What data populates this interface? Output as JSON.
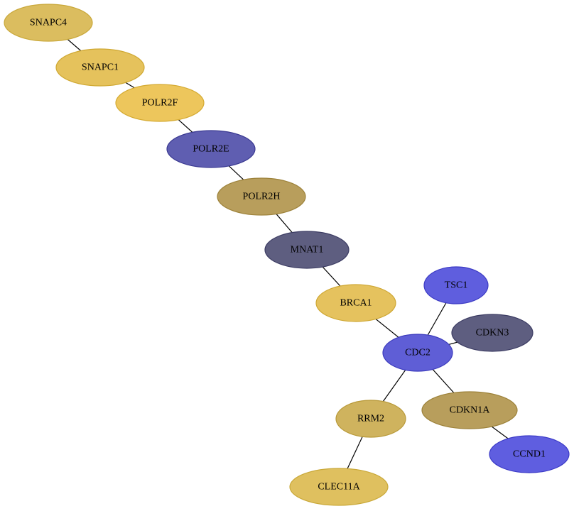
{
  "graph": {
    "nodes": [
      {
        "id": "SNAPC4",
        "label": "SNAPC4",
        "fill": "#dbbd5f",
        "stroke": "#c9a83a"
      },
      {
        "id": "SNAPC1",
        "label": "SNAPC1",
        "fill": "#e5c25c",
        "stroke": "#cfa832"
      },
      {
        "id": "POLR2F",
        "label": "POLR2F",
        "fill": "#edc65c",
        "stroke": "#d4aa32"
      },
      {
        "id": "POLR2E",
        "label": "POLR2E",
        "fill": "#5f5eb1",
        "stroke": "#3b3a92"
      },
      {
        "id": "POLR2H",
        "label": "POLR2H",
        "fill": "#b89e5c",
        "stroke": "#9d823a"
      },
      {
        "id": "MNAT1",
        "label": "MNAT1",
        "fill": "#5e5e80",
        "stroke": "#3c3c63"
      },
      {
        "id": "BRCA1",
        "label": "BRCA1",
        "fill": "#e5c25e",
        "stroke": "#cfa835"
      },
      {
        "id": "TSC1",
        "label": "TSC1",
        "fill": "#5f5ede",
        "stroke": "#3c3bc4"
      },
      {
        "id": "CDKN3",
        "label": "CDKN3",
        "fill": "#5e5e80",
        "stroke": "#3c3c63"
      },
      {
        "id": "CDC2",
        "label": "CDC2",
        "fill": "#5f5ed6",
        "stroke": "#3c3bbd"
      },
      {
        "id": "CDKN1A",
        "label": "CDKN1A",
        "fill": "#b89e5c",
        "stroke": "#9d823a"
      },
      {
        "id": "RRM2",
        "label": "RRM2",
        "fill": "#cfb35e",
        "stroke": "#b89938"
      },
      {
        "id": "CCND1",
        "label": "CCND1",
        "fill": "#5f5ee0",
        "stroke": "#3c3bc7"
      },
      {
        "id": "CLEC11A",
        "label": "CLEC11A",
        "fill": "#dfc05f",
        "stroke": "#c9a838"
      }
    ],
    "edges": [
      [
        "SNAPC4",
        "SNAPC1"
      ],
      [
        "SNAPC1",
        "POLR2F"
      ],
      [
        "POLR2F",
        "POLR2E"
      ],
      [
        "POLR2E",
        "POLR2H"
      ],
      [
        "POLR2H",
        "MNAT1"
      ],
      [
        "MNAT1",
        "BRCA1"
      ],
      [
        "BRCA1",
        "CDC2"
      ],
      [
        "TSC1",
        "CDC2"
      ],
      [
        "CDKN3",
        "CDC2"
      ],
      [
        "CDC2",
        "CDKN1A"
      ],
      [
        "CDC2",
        "RRM2"
      ],
      [
        "CDKN1A",
        "CCND1"
      ],
      [
        "RRM2",
        "CLEC11A"
      ]
    ]
  }
}
